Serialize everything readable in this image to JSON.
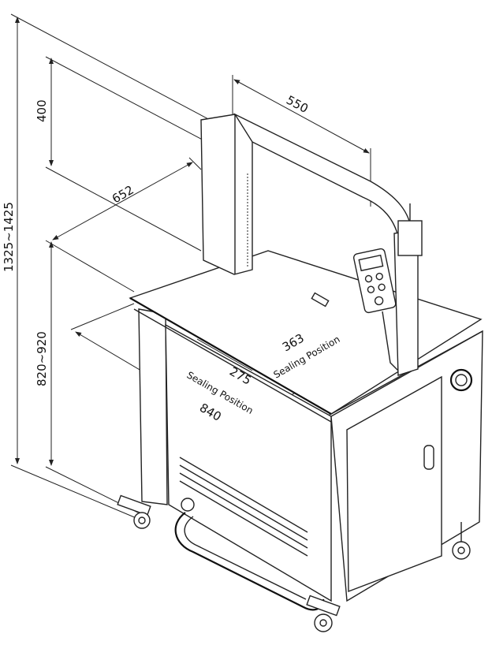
{
  "dimensions": {
    "overall_height": "1325~1425",
    "arch_height": "400",
    "arch_width": "550",
    "table_depth": "652",
    "table_height": "820~920",
    "table_length": "840",
    "sealing_offset_back": "363",
    "sealing_offset_front": "275",
    "sealing_label_back": "Sealing Position",
    "sealing_label_front": "Sealing Position"
  }
}
